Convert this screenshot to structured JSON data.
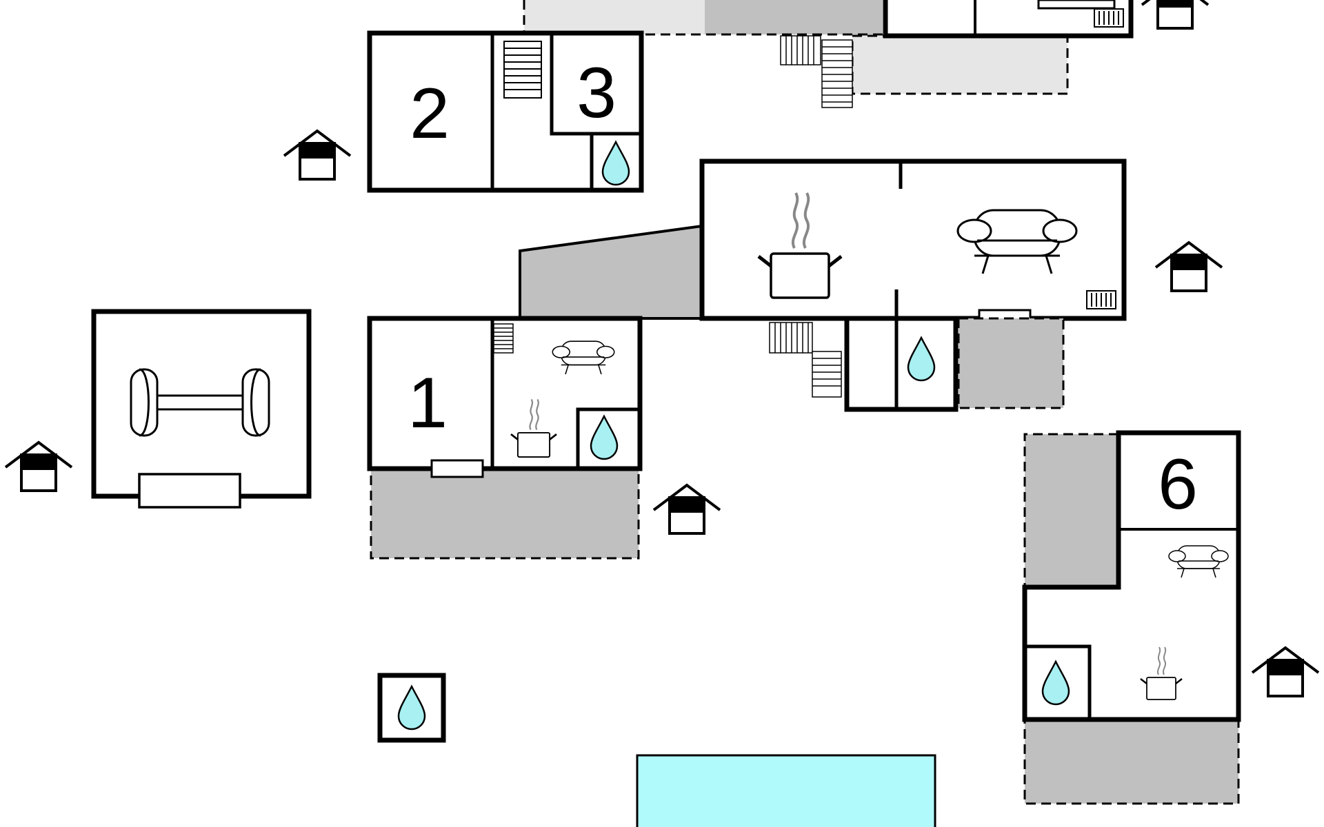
{
  "rooms": [
    {
      "id": "bedroom-1",
      "label": "1"
    },
    {
      "id": "bedroom-2",
      "label": "2"
    },
    {
      "id": "bedroom-3",
      "label": "3"
    },
    {
      "id": "bedroom-6",
      "label": "6"
    }
  ],
  "icons": {
    "house": "house-orientation-icon",
    "shower": "water-drop-icon",
    "kitchen": "cooking-pot-icon",
    "living": "sofa-icon",
    "gym": "dumbbell-icon",
    "heating": "radiator-icon",
    "stairs": "stairs-icon",
    "window": "window-icon"
  },
  "colors": {
    "wall": "#000000",
    "terrace": "#c0c0c0",
    "terrace_light": "#e6e6e6",
    "pool": "#b0fafc",
    "water": "#a8f0f2",
    "steam": "#888888"
  }
}
